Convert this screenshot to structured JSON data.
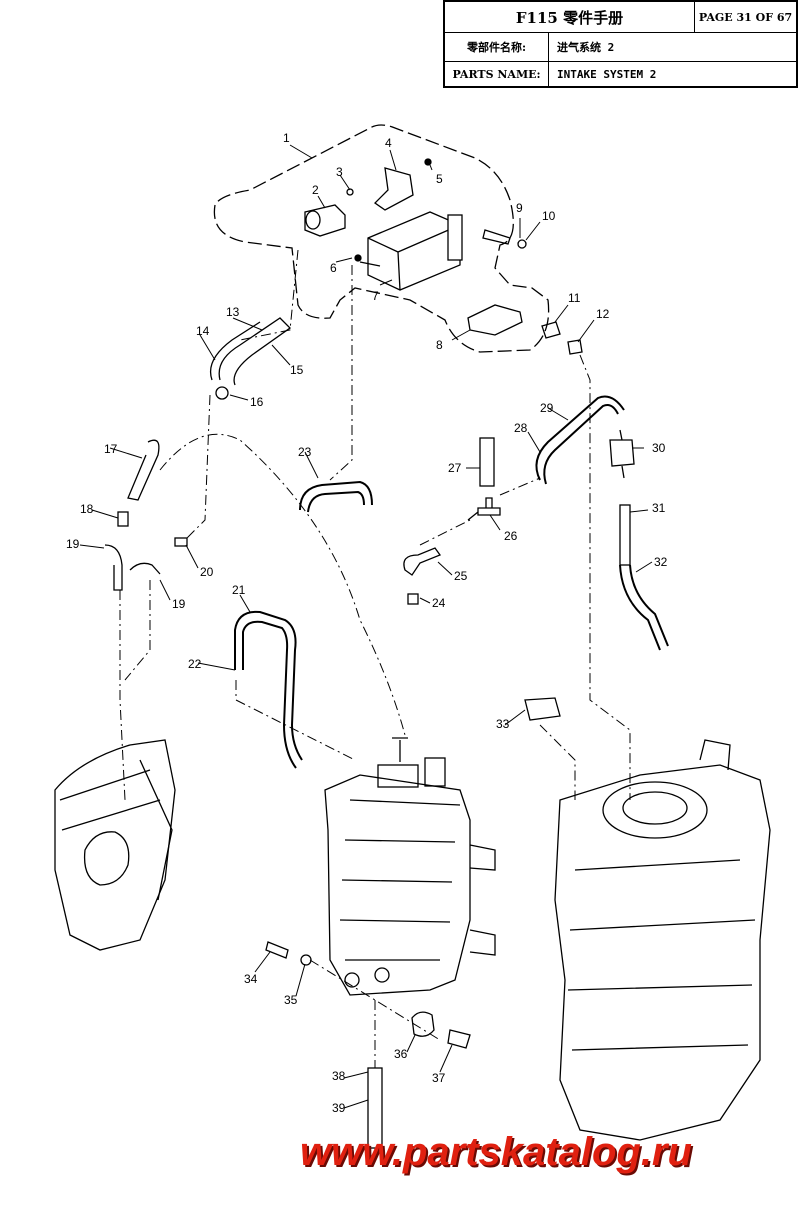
{
  "header": {
    "doc_title": "F115 零件手册",
    "page_label": "PAGE 31 OF 67",
    "part_name_cn_label": "零部件名称:",
    "part_name_cn_value": "进气系统 2",
    "part_name_en_label": "PARTS NAME:",
    "part_name_en_value": "INTAKE SYSTEM 2"
  },
  "callouts": [
    "1",
    "2",
    "3",
    "4",
    "5",
    "6",
    "7",
    "8",
    "9",
    "10",
    "11",
    "12",
    "13",
    "14",
    "15",
    "16",
    "17",
    "18",
    "19",
    "19",
    "20",
    "21",
    "22",
    "23",
    "24",
    "25",
    "26",
    "27",
    "28",
    "29",
    "30",
    "31",
    "32",
    "33",
    "34",
    "35",
    "36",
    "37",
    "38",
    "39"
  ],
  "watermark": "www.partskatalog.ru"
}
